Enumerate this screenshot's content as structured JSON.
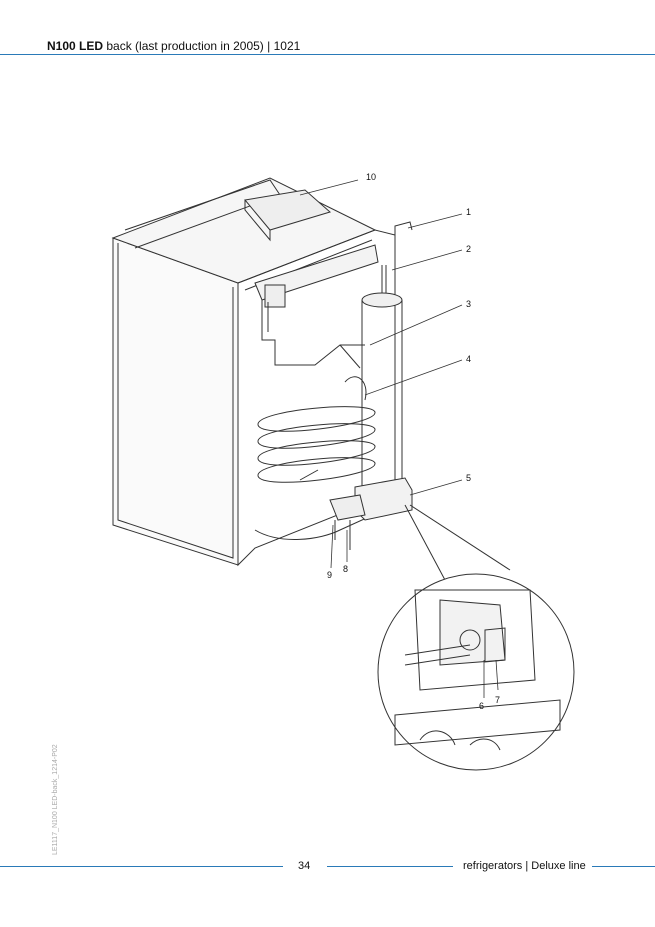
{
  "header": {
    "model": "N100 LED",
    "subtitle": "back (last production in 2005)",
    "separator": "|",
    "code": "1021"
  },
  "figure": {
    "callouts": [
      "1",
      "2",
      "3",
      "4",
      "5",
      "6",
      "7",
      "8",
      "9",
      "10"
    ],
    "side_reference": "LE1117_N100 LED-back_1214-P02"
  },
  "footer": {
    "page_number": "34",
    "section": "refrigerators | Deluxe line"
  },
  "colors": {
    "accent_rule": "#2a7ab8",
    "line_art": "#333333"
  }
}
